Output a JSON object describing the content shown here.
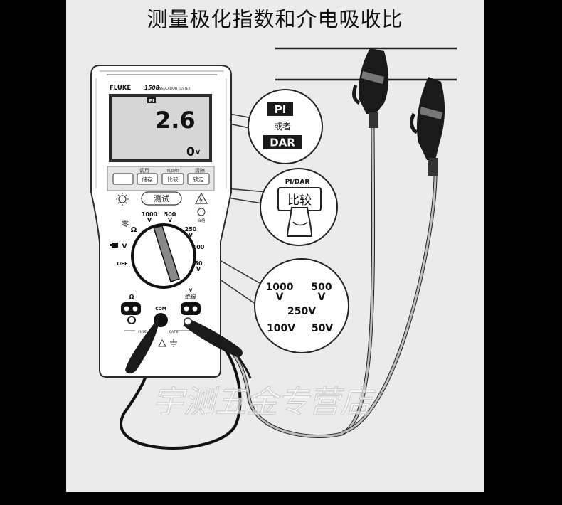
{
  "title": "测量极化指数和介电吸收比",
  "device": {
    "brand": "FLUKE",
    "model": "1508",
    "model_desc": "INSULATION TESTER",
    "display": {
      "mode_badge": "PI",
      "main_value": "2.6",
      "voltage_value": "0",
      "voltage_unit": "V"
    },
    "buttons": {
      "left_top": "调用",
      "left_label": "储存",
      "mid_top": "PI/DAR",
      "mid_label": "比较",
      "right_top": "清除",
      "right_label": "锁定"
    },
    "test_button": "测试",
    "dial": {
      "left_top": "零",
      "ohm": "Ω",
      "v_label": "V",
      "off": "OFF",
      "v1000": "1000",
      "v500": "500",
      "v250": "250",
      "v100": "100",
      "v50": "50",
      "unit_v": "V",
      "pass_label": "合格"
    },
    "jacks": {
      "ohm": "Ω",
      "com": "COM",
      "v": "V",
      "insulation": "绝缘",
      "fuse": "FUSE",
      "cat": "CAT Ⅱ"
    }
  },
  "callouts": {
    "pi": "PI",
    "or": "或者",
    "dar": "DAR",
    "button_header": "PI/DAR",
    "button_label": "比较",
    "volt_1000": "1000",
    "volt_500": "500",
    "volt_250": "250V",
    "volt_100": "100V",
    "volt_50": "50V",
    "volt_unit": "V"
  },
  "watermark": "宇测五金专营店",
  "colors": {
    "background": "#000000",
    "panel": "#ebebeb",
    "device_body": "#ffffff",
    "lcd": "#d6d6d6",
    "badge": "#1a1a1a"
  }
}
